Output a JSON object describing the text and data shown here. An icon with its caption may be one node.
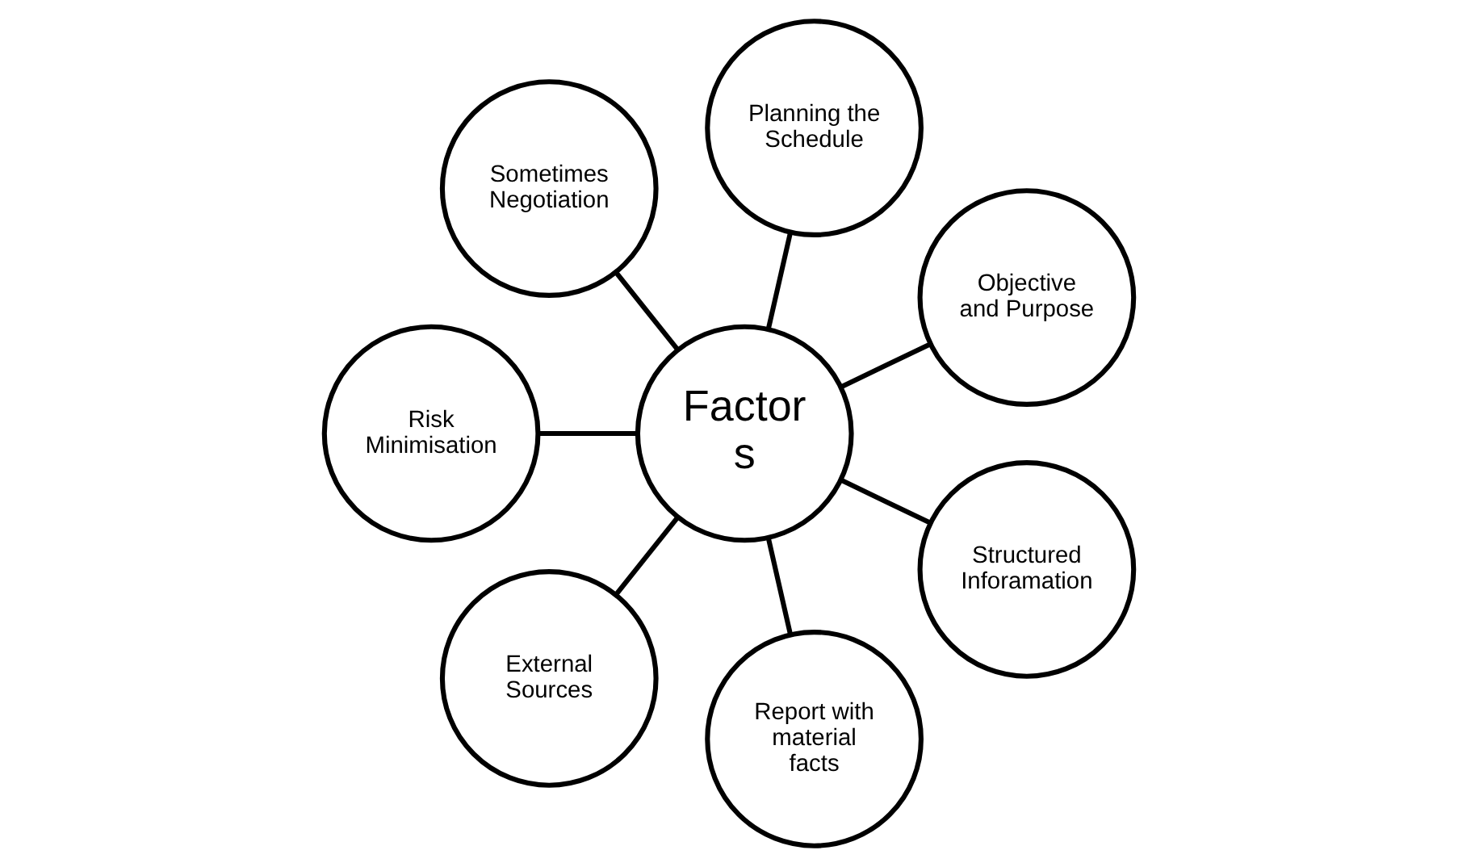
{
  "diagram": {
    "nodes": [
      {
        "text": [
          "Factor s"
        ]
      },
      {
        "text": [
          "Objective and Purpose"
        ]
      },
      {
        "text": [
          "Planning the Schedule"
        ]
      },
      {
        "text": [
          "Sometimes Negotiation"
        ]
      },
      {
        "text": [
          "Risk Minimisation"
        ]
      },
      {
        "text": [
          "External Sources"
        ]
      },
      {
        "text": [
          "Report with material facts"
        ]
      },
      {
        "text": [
          "Structured Inforamation"
        ]
      }
    ],
    "edges": [
      {
        "from": 0,
        "to": 1,
        "arrow": "none"
      },
      {
        "from": 0,
        "to": 2,
        "arrow": "none"
      },
      {
        "from": 0,
        "to": 3,
        "arrow": "none"
      },
      {
        "from": 0,
        "to": 4,
        "arrow": "none"
      },
      {
        "from": 0,
        "to": 5,
        "arrow": "none"
      },
      {
        "from": 0,
        "to": 6,
        "arrow": "none"
      },
      {
        "from": 0,
        "to": 7,
        "arrow": "none"
      }
    ]
  }
}
